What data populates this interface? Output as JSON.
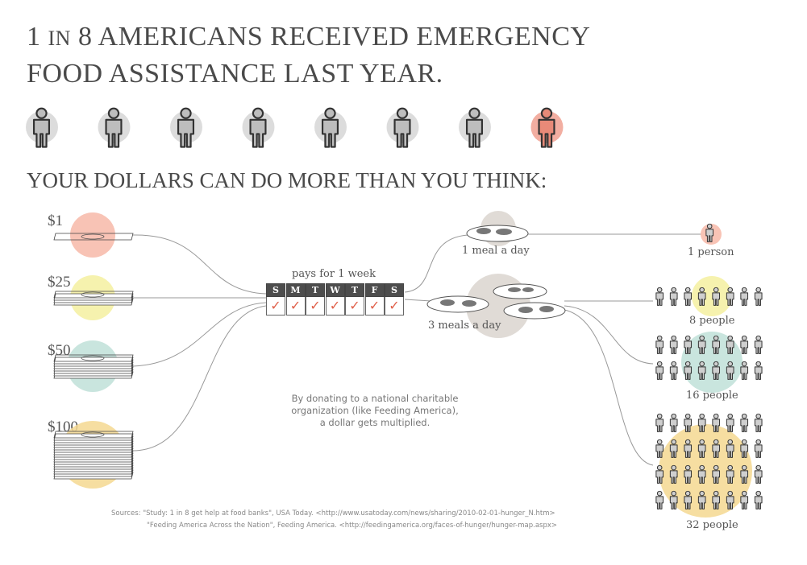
{
  "title": {
    "line1_a": "1 ",
    "line1_b": "IN",
    "line1_c": " 8 AMERICANS RECEIVED EMERGENCY",
    "line2": "FOOD ASSISTANCE LAST YEAR."
  },
  "people_row": {
    "count": 8,
    "highlight_index": 7,
    "base_color": "#cfcfcf",
    "highlight_color": "#f0a090"
  },
  "subtitle": "YOUR DOLLARS CAN DO MORE THAN YOU THINK:",
  "donations": [
    {
      "amount": "$1",
      "color": "#f7b8a8"
    },
    {
      "amount": "$25",
      "color": "#f5f0a0"
    },
    {
      "amount": "$50",
      "color": "#bfe0d8"
    },
    {
      "amount": "$100",
      "color": "#f5d890"
    }
  ],
  "week": {
    "caption": "pays for 1 week",
    "days": [
      "S",
      "M",
      "T",
      "W",
      "T",
      "F",
      "S"
    ],
    "check": "✓"
  },
  "meals": {
    "one": "1 meal a day",
    "three": "3 meals a day"
  },
  "note": {
    "line1": "By donating to a national charitable",
    "line2": "organization (like Feeding America),",
    "line3": "a dollar gets multiplied."
  },
  "results": [
    {
      "label": "1 person",
      "count": 1,
      "color": "#f7b8a8"
    },
    {
      "label": "8 people",
      "count": 8,
      "color": "#f5f0a0"
    },
    {
      "label": "16 people",
      "count": 16,
      "color": "#bfe0d8"
    },
    {
      "label": "32 people",
      "count": 32,
      "color": "#f5d890"
    }
  ],
  "sources": {
    "line1": "Sources: \"Study: 1 in 8 get help at food banks\", USA Today. <http://www.usatoday.com/news/sharing/2010-02-01-hunger_N.htm>",
    "line2": "\"Feeding America Across the Nation\", Feeding America. <http://feedingamerica.org/faces-of-hunger/hunger-map.aspx>"
  }
}
